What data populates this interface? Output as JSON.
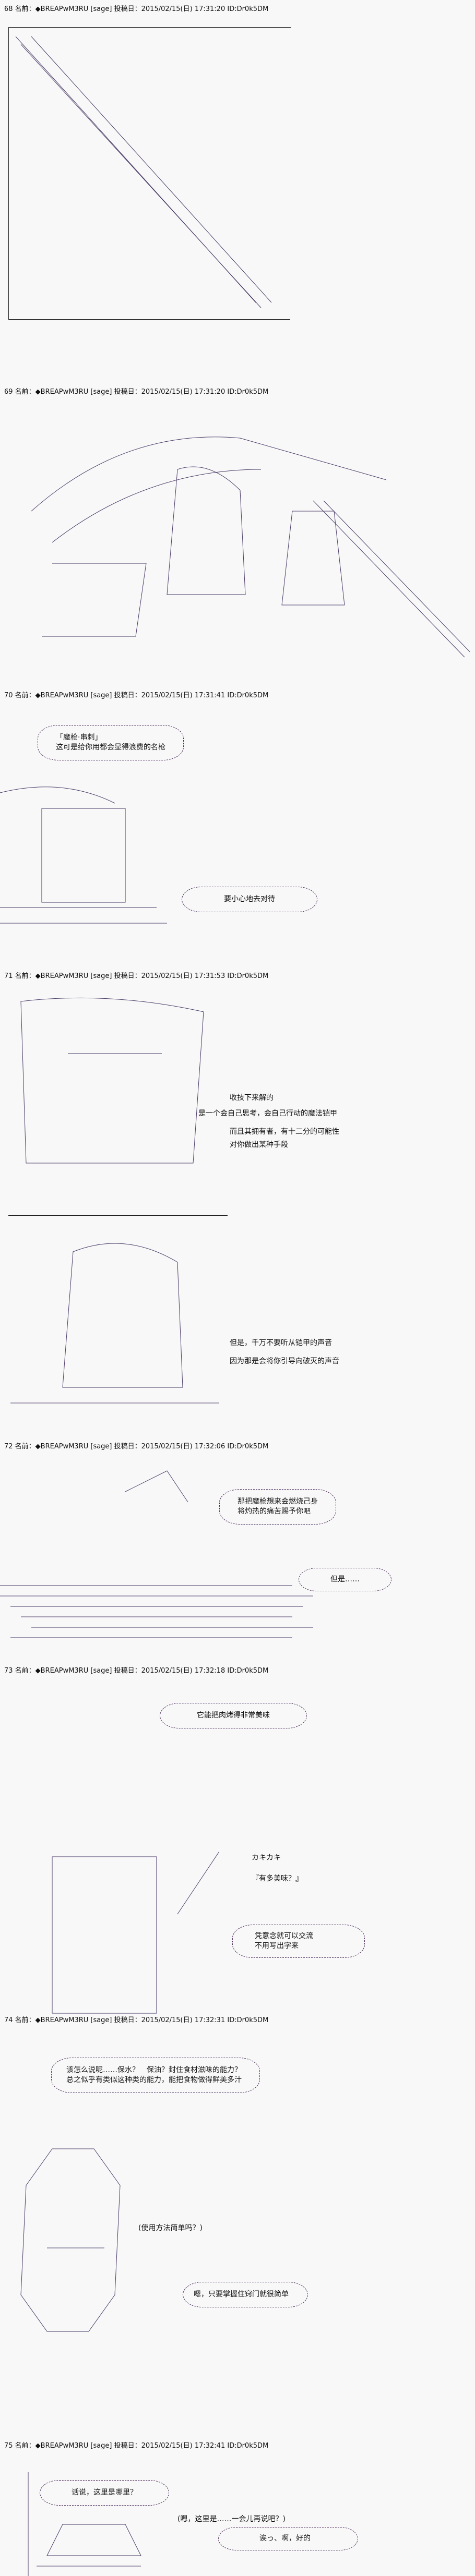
{
  "author": "◆BREAPwM3RU",
  "sage": "[sage]",
  "posts": [
    {
      "header": "68 名前：◆BREAPwM3RU [sage] 投稿日：2015/02/15(日) 17:31:20 ID:Dr0k5DM"
    },
    {
      "header": "69 名前：◆BREAPwM3RU [sage] 投稿日：2015/02/15(日) 17:31:20 ID:Dr0k5DM"
    },
    {
      "header": "70 名前：◆BREAPwM3RU [sage] 投稿日：2015/02/15(日) 17:31:41 ID:Dr0k5DM",
      "bubble1": [
        "「魔枪·串刺」",
        "这可是给你用都会显得浪费的名枪"
      ],
      "bubble2": [
        "要小心地去对待"
      ]
    },
    {
      "header": "71 名前：◆BREAPwM3RU [sage] 投稿日：2015/02/15(日) 17:31:53 ID:Dr0k5DM",
      "lines": [
        "收技下来解的",
        "是一个会自己思考，会自己行动的魔法铠甲",
        "而且其拥有者，有十二分的可能性",
        "对你做出某种手段"
      ]
    },
    {
      "lines": [
        "但是，千万不要听从铠甲的声音",
        "因为那是会将你引导向破灭的声音"
      ]
    },
    {
      "header": "72 名前：◆BREAPwM3RU [sage] 投稿日：2015/02/15(日) 17:32:06 ID:Dr0k5DM",
      "bubble1": [
        "那把魔枪想来会燃烧己身",
        "将灼热的痛苦赐予你吧"
      ],
      "bubble2": [
        "但是……"
      ]
    },
    {
      "header": "73 名前：◆BREAPwM3RU [sage] 投稿日：2015/02/15(日) 17:32:18 ID:Dr0k5DM",
      "bubble1": [
        "它能把肉烤得非常美味"
      ],
      "sfx": "カキカキ",
      "note": "『有多美味？』",
      "bubble2": [
        "凭意念就可以交流",
        "不用写出字来"
      ]
    },
    {
      "header": "74 名前：◆BREAPwM3RU [sage] 投稿日：2015/02/15(日) 17:32:31 ID:Dr0k5DM",
      "bubble1": [
        "该怎么说呢……保水？　保油？封住食材滋味的能力？",
        "总之似乎有类似这种类的能力，能把食物做得鲜美多汁"
      ],
      "thought": "(使用方法简单吗？)",
      "bubble2": [
        "嗯，只要掌握住窍门就很简单"
      ]
    },
    {
      "header": "75 名前：◆BREAPwM3RU [sage] 投稿日：2015/02/15(日) 17:32:41 ID:Dr0k5DM",
      "bubble1": [
        "话说，这里是哪里？"
      ],
      "thought": "(嗯，这里是……一会儿再说吧？)",
      "bubble2": [
        "诶っ、啊，好的"
      ]
    }
  ],
  "colors": {
    "background": "#f8f8f8",
    "text": "#111111",
    "ascii_art": "#3a2a55"
  }
}
